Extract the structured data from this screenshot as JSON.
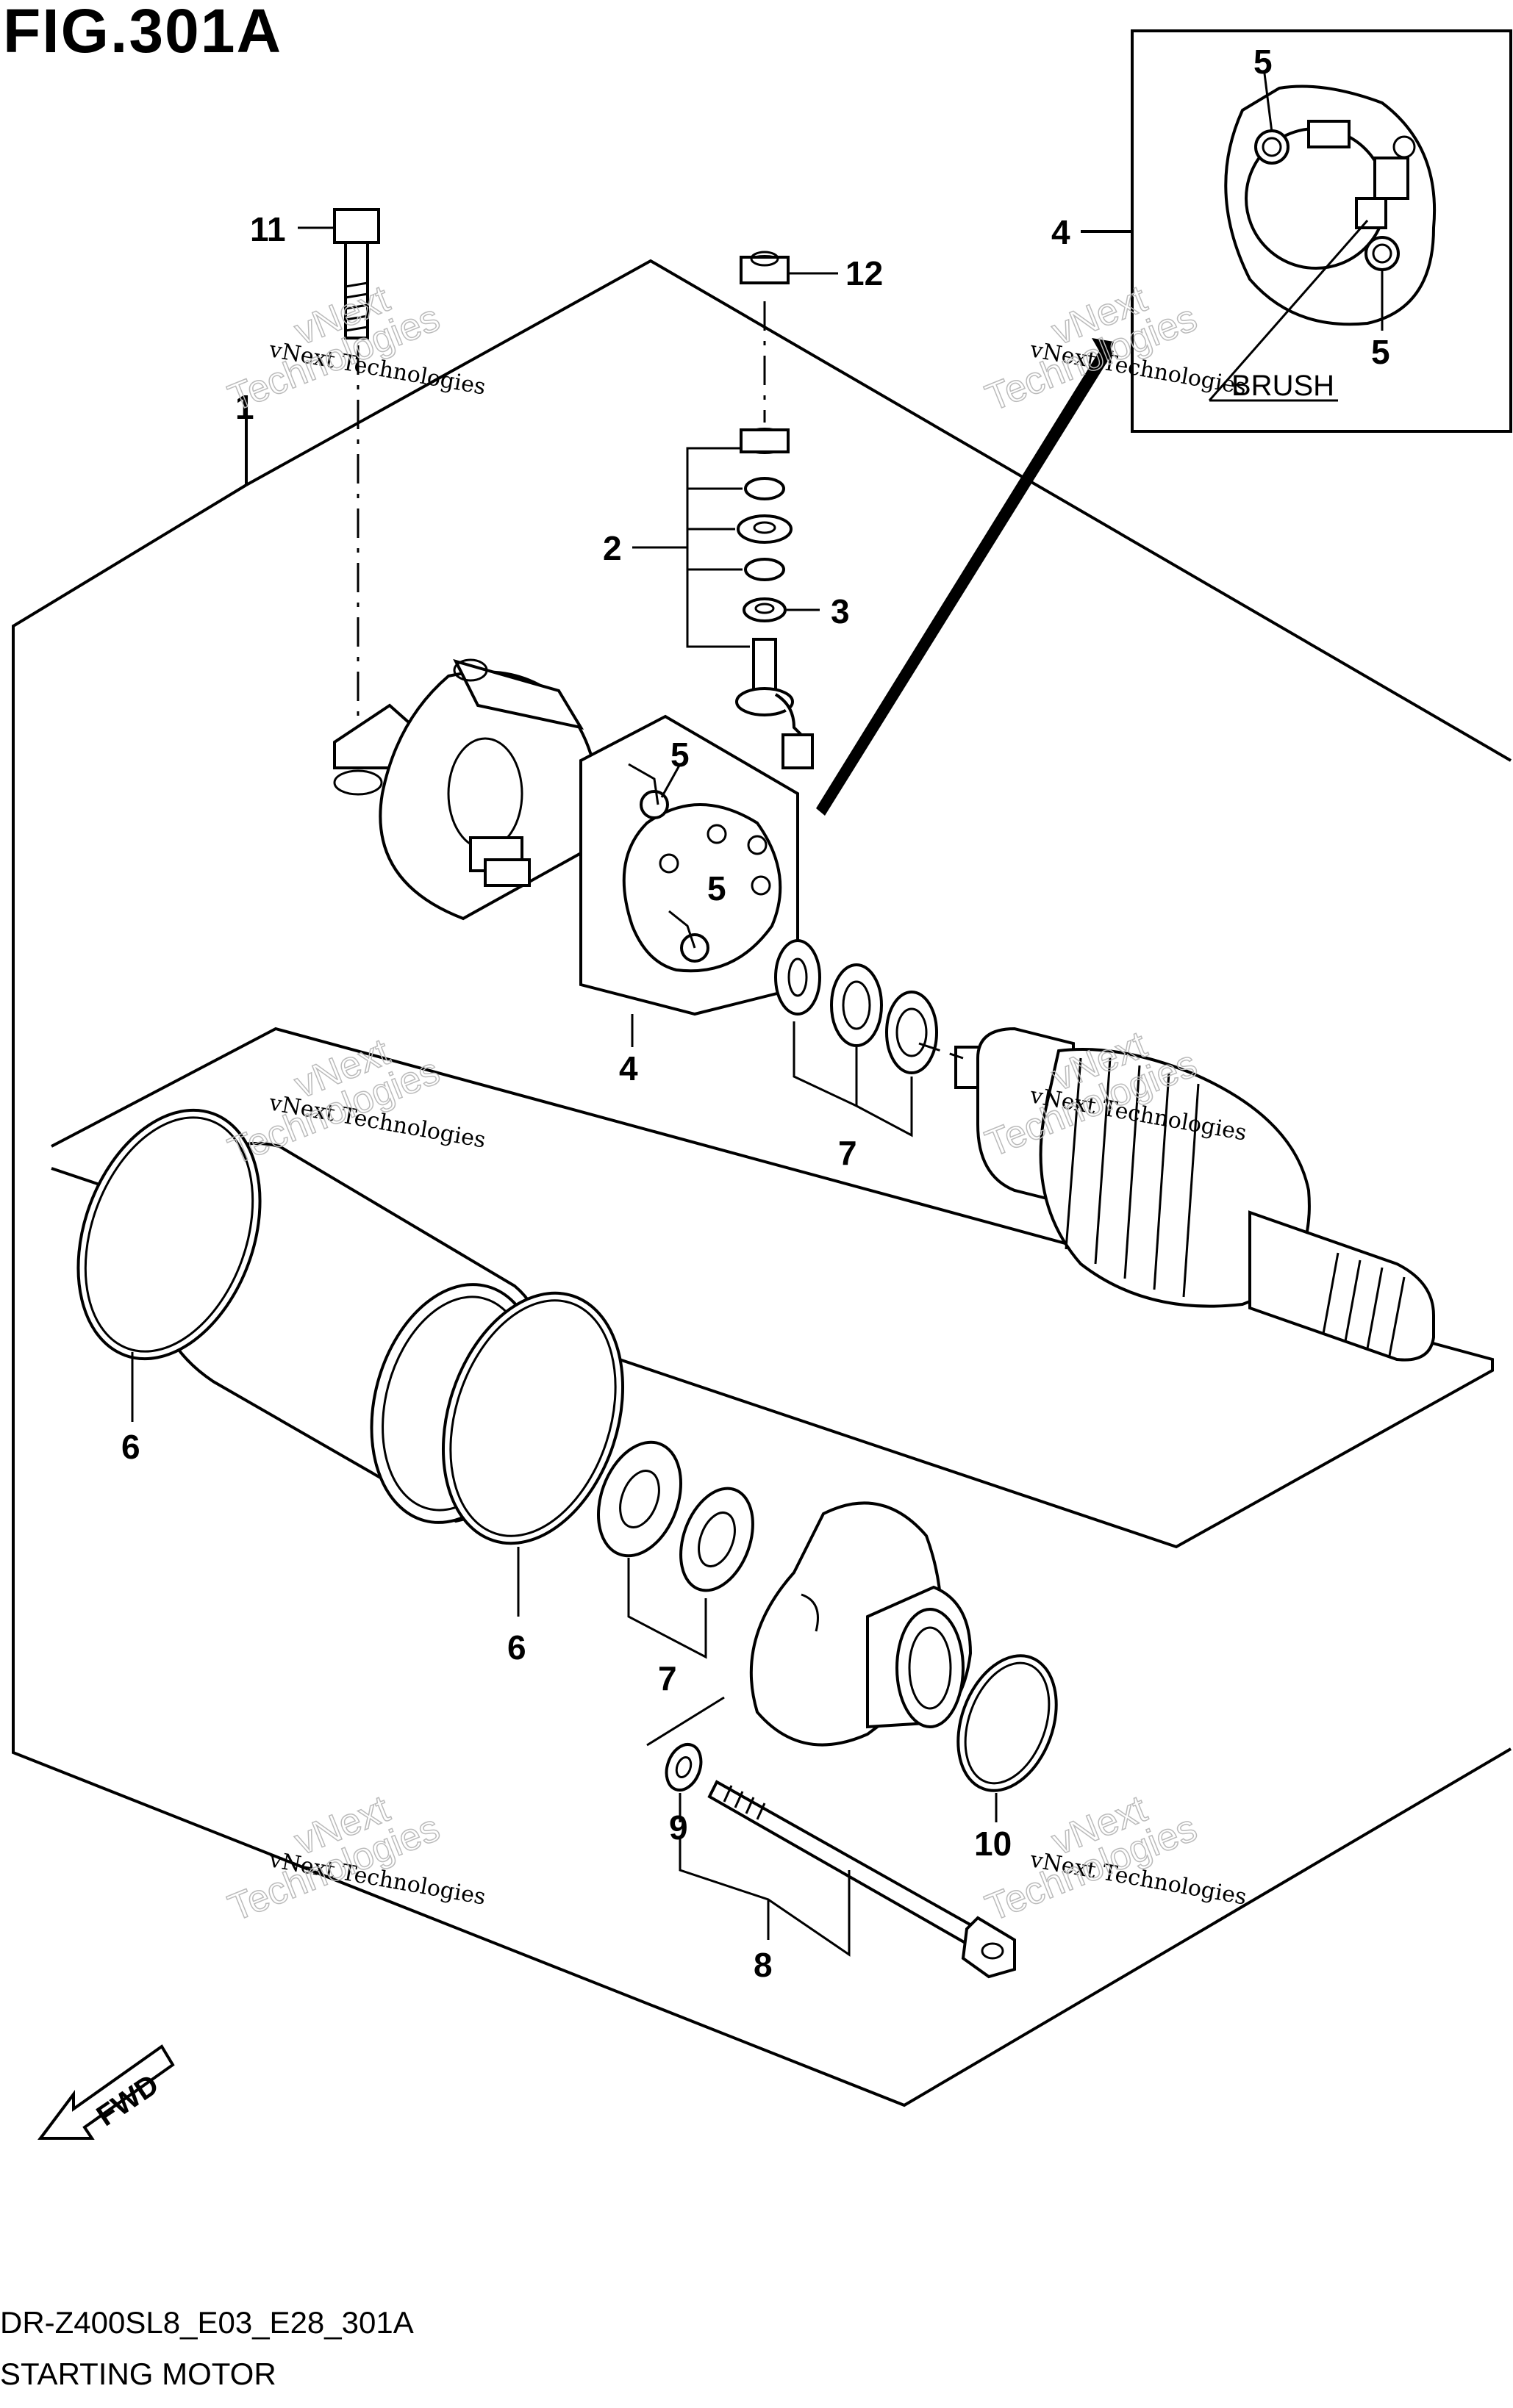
{
  "figure": {
    "title": "FIG.301A",
    "model_code": "DR-Z400SL8_E03_E28_301A",
    "section_title": "STARTING MOTOR"
  },
  "callouts": {
    "c1": "1",
    "c2": "2",
    "c3": "3",
    "c4_main": "4",
    "c4_inset": "4",
    "c5_inset_top": "5",
    "c5_inset_bottom": "5",
    "c5_plate_top": "5",
    "c5_plate_mid": "5",
    "c6_left": "6",
    "c6_mid": "6",
    "c7_upper": "7",
    "c7_lower": "7",
    "c8": "8",
    "c9": "9",
    "c10": "10",
    "c11": "11",
    "c12": "12"
  },
  "inset": {
    "label": "BRUSH"
  },
  "direction": {
    "label": "FWD"
  },
  "watermark": {
    "line1": "vNext Technologies",
    "line2a": "vNext",
    "line2b": "Technologies"
  }
}
